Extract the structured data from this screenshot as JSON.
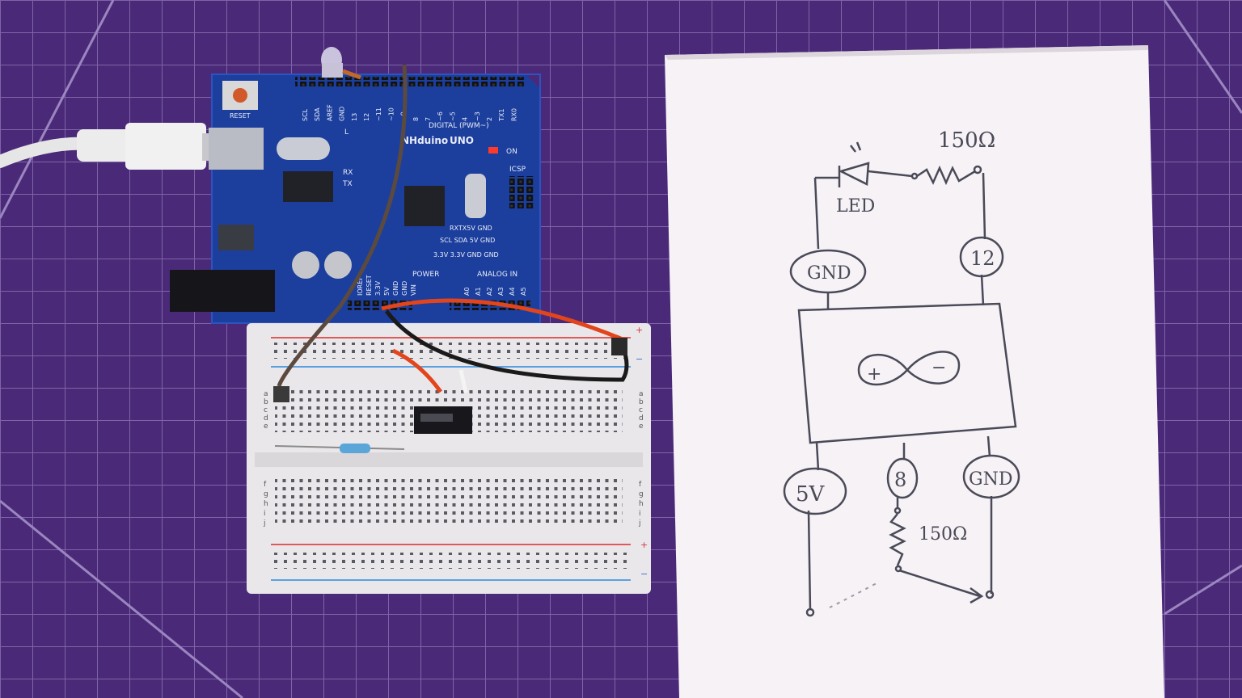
{
  "colors": {
    "mat": "#4a2a78",
    "mat_grid": "#7f63a8",
    "board_blue": "#1c3f9e",
    "breadboard": "#e9e7ea",
    "paper": "#f7f2f6",
    "ink": "#4a4a58",
    "wire_red": "#e2451c",
    "wire_black": "#1a1a1a",
    "wire_brown": "#5c4a3e"
  },
  "arduino": {
    "brand": "NHduino",
    "model": "UNO",
    "reset_label": "RESET",
    "digital_label": "DIGITAL (PWM~)",
    "on_label": "ON",
    "rx_label": "RX",
    "tx_label": "TX",
    "icsp_label": "ICSP",
    "l_label": "L",
    "power_label": "POWER",
    "analog_label": "ANALOG IN",
    "header_row_1": "RXTX5V GND",
    "header_row_2": "SCL SDA 5V GND",
    "header_row_3": "3.3V 3.3V GND GND",
    "top_pins": [
      "SCL",
      "SDA",
      "AREF",
      "GND",
      "13",
      "12",
      "~11",
      "~10",
      "~9",
      "8",
      "7",
      "~6",
      "~5",
      "4",
      "~3",
      "2",
      "TX1",
      "RX0"
    ],
    "power_pins": [
      "IOREF",
      "RESET",
      "3.3V",
      "5V",
      "GND",
      "GND",
      "VIN"
    ],
    "analog_pins": [
      "A0",
      "A1",
      "A2",
      "A3",
      "A4",
      "A5"
    ]
  },
  "breadboard": {
    "row_letters_top": [
      "a",
      "b",
      "c",
      "d",
      "e"
    ],
    "row_letters_bottom": [
      "f",
      "g",
      "h",
      "i",
      "j"
    ],
    "plus_sign": "+",
    "minus_sign": "−"
  },
  "schematic": {
    "led_label": "LED",
    "resistor_top_label": "150Ω",
    "resistor_bottom_label": "150Ω",
    "pin_gnd_top": "GND",
    "pin_12": "12",
    "pin_5v": "5V",
    "pin_8": "8",
    "pin_gnd_bottom": "GND",
    "plus_sign": "+",
    "minus_sign": "−"
  }
}
